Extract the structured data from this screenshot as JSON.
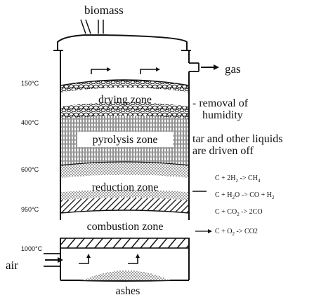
{
  "labels": {
    "biomass": "biomass",
    "gas": "gas",
    "air": "air",
    "ashes": "ashes"
  },
  "temperatures": {
    "t150": "150°C",
    "t400": "400°C",
    "t600": "600°C",
    "t950": "950°C",
    "t1000": "1000°C"
  },
  "zones": {
    "drying": "drying zone",
    "pyrolysis": "pyrolysis zone",
    "reduction": "reduction zone",
    "combustion": "combustion zone"
  },
  "notes": {
    "drying_line1": "- removal of",
    "drying_line2": "humidity",
    "pyrolysis_line1": "tar and other liquids",
    "pyrolysis_line2": "are driven off"
  },
  "reactions": {
    "r1": {
      "lhs": "C + 2H",
      "sub1": "2",
      "arrow": " -> CH",
      "sub2": "4"
    },
    "r2": {
      "lhs": "C + H",
      "sub1": "2",
      "mid": "O -> CO + H",
      "sub2": "2"
    },
    "r3": {
      "lhs": "C + CO",
      "sub1": "2",
      "rhs": " -> 2CO"
    },
    "r4": {
      "lhs": "C + O",
      "sub1": "2",
      "rhs": " -> CO2"
    }
  },
  "colors": {
    "ink": "#111111",
    "background": "#ffffff"
  }
}
